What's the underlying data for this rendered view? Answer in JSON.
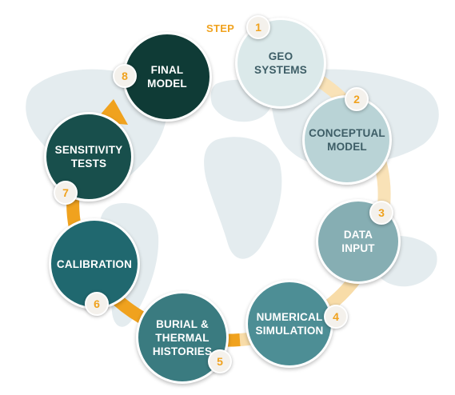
{
  "step_label": "STEP",
  "steps": [
    {
      "number": "1",
      "label": "GEO\nSYSTEMS",
      "color": "#dbe9ea",
      "text_color": "#3d5d66"
    },
    {
      "number": "2",
      "label": "CONCEPTUAL\nMODEL",
      "color": "#b9d3d6",
      "text_color": "#3d5d66"
    },
    {
      "number": "3",
      "label": "DATA\nINPUT",
      "color": "#86aeb3",
      "text_color": "#ffffff"
    },
    {
      "number": "4",
      "label": "NUMERICAL\nSIMULATION",
      "color": "#4d8e95",
      "text_color": "#ffffff"
    },
    {
      "number": "5",
      "label": "BURIAL &\nTHERMAL\nHISTORIES",
      "color": "#3a7b80",
      "text_color": "#ffffff"
    },
    {
      "number": "6",
      "label": "CALIBRATION",
      "color": "#20686f",
      "text_color": "#ffffff"
    },
    {
      "number": "7",
      "label": "SENSITIVITY\nTESTS",
      "color": "#184f4c",
      "text_color": "#ffffff"
    },
    {
      "number": "8",
      "label": "FINAL\nMODEL",
      "color": "#0f3b36",
      "text_color": "#ffffff"
    }
  ],
  "colors": {
    "accent": "#f0a21e",
    "map": "#e3ebee",
    "badge_bg": "#f4f1ec"
  }
}
